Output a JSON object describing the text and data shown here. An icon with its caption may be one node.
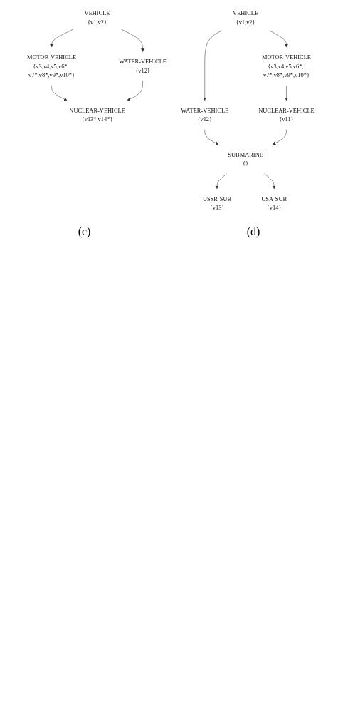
{
  "diagram": {
    "nodes": [
      {
        "text": [
          "VEHICLE",
          "{v1,v2}"
        ]
      },
      {
        "text": [
          "MOTOR-VEHICLE",
          "{v3,v4,v5,v6*, v7*,v8*,v9*,v10*}"
        ]
      },
      {
        "text": [
          "WATER-VEHICLE",
          "{v12}"
        ]
      },
      {
        "text": [
          "NUCLEAR-VEHICLE",
          "{v13*,v14*}"
        ]
      },
      {
        "text": [
          "VEHICLE",
          "{v1,v2}"
        ]
      },
      {
        "text": [
          "MOTOR-VEHICLE",
          "{v3,v4,v5,v6*, v7*,v8*,v9*,v10*}"
        ]
      },
      {
        "text": [
          "WATER-VEHICLE",
          "{v12}"
        ]
      },
      {
        "text": [
          "NUCLEAR-VEHICLE",
          "{v11}"
        ]
      },
      {
        "text": [
          "SUBMARINE",
          "{}"
        ]
      },
      {
        "text": [
          "USSR-SUB",
          "{v13}"
        ]
      },
      {
        "text": [
          "USA-SUB",
          "{v14}"
        ]
      }
    ],
    "edges": [
      {
        "from": 0,
        "to": 1,
        "arrow": "to"
      },
      {
        "from": 0,
        "to": 2,
        "arrow": "to"
      },
      {
        "from": 1,
        "to": 3,
        "arrow": "to"
      },
      {
        "from": 2,
        "to": 3,
        "arrow": "to"
      },
      {
        "from": 4,
        "to": 5,
        "arrow": "to"
      },
      {
        "from": 4,
        "to": 6,
        "arrow": "to"
      },
      {
        "from": 5,
        "to": 7,
        "arrow": "to"
      },
      {
        "from": 6,
        "to": 8,
        "arrow": "to"
      },
      {
        "from": 7,
        "to": 8,
        "arrow": "to"
      },
      {
        "from": 8,
        "to": 9,
        "arrow": "to"
      },
      {
        "from": 8,
        "to": 10,
        "arrow": "to"
      }
    ],
    "labels": [
      "(c)",
      "(d)"
    ]
  }
}
